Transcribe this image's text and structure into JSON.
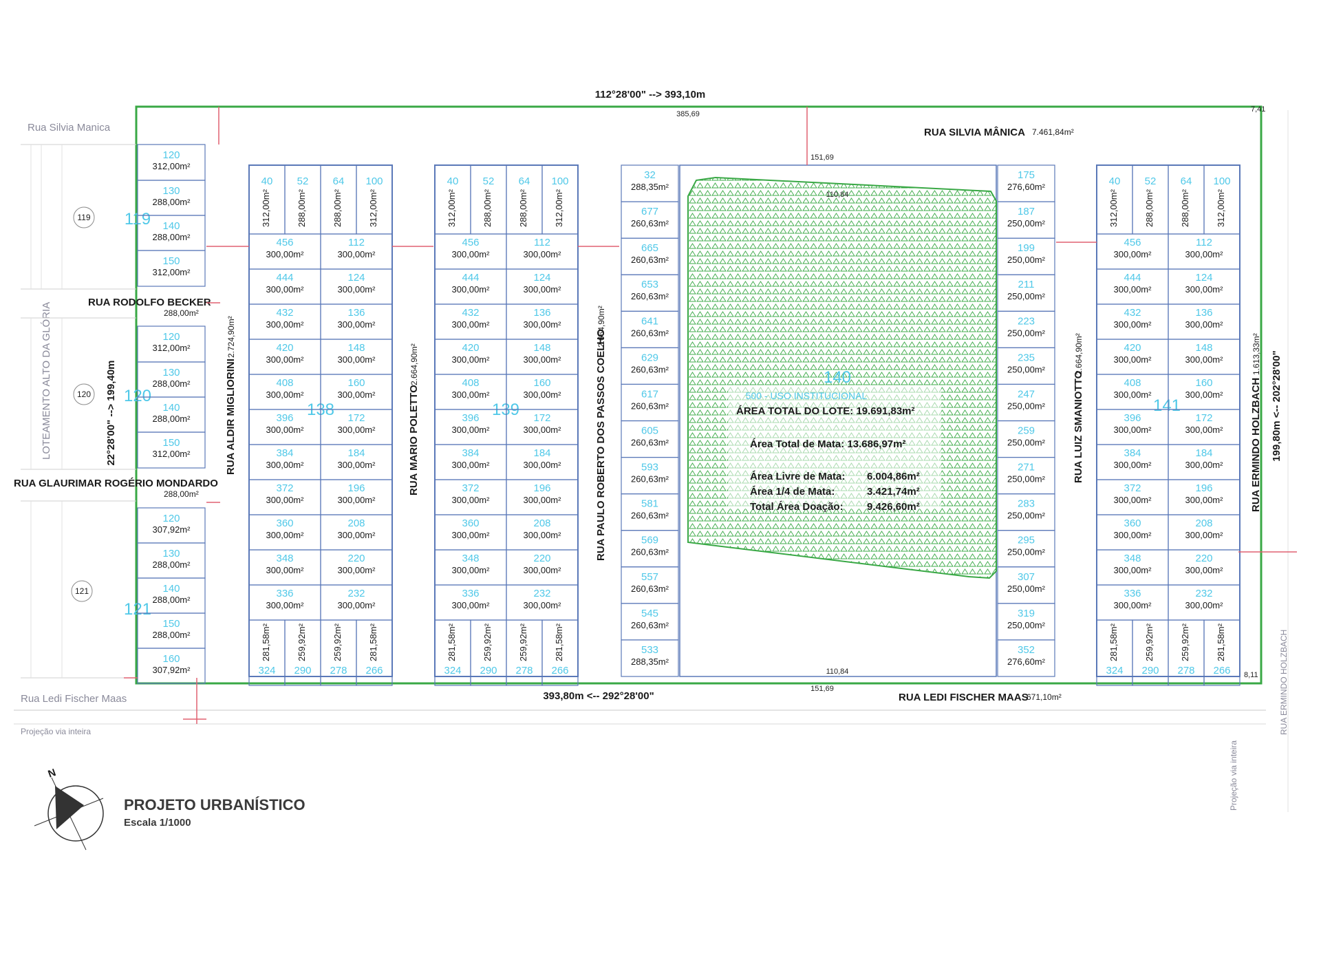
{
  "colors": {
    "boundary": "#39a845",
    "lot_lines": "#5a78b8",
    "lot_numbers": "#4fc8e8",
    "setback_marks": "#e06070",
    "forest_hatch": "#39a845"
  },
  "top_bearing": "112°28'00\" --> 393,10m",
  "bottom_bearing": "393,80m <-- 292°28'00\"",
  "left_bearing": "22°28'00\" --> 199,40m",
  "right_bearing": "199,80m <-- 202°28'00\"",
  "top_dim_total": "385,69",
  "corner_tr": "7,41",
  "corner_br": "8,11",
  "streets": {
    "silvia_left": "Rua Silvia Manica",
    "silvia_main": "RUA SILVIA MÂNICA",
    "silvia_area": "7.461,84m²",
    "ledi_left": "Rua Ledi Fischer Maas",
    "ledi_main": "RUA LEDI FISCHER MAAS",
    "ledi_area": "671,10m²",
    "projecao_left": "Projeção via inteira",
    "projecao_right": "Projeção via inteira",
    "rodolfo": "RUA RODOLFO BECKER",
    "rodolfo_area": "288,00m²",
    "glaurimar": "RUA GLAURIMAR ROGÉRIO MONDARDO",
    "glaurimar_area": "288,00m²",
    "aldir": "RUA ALDIR MIGLIORINI",
    "aldir_area": "2.724,90m²",
    "mario": "RUA MARIO POLETTO",
    "mario_area": "2.664,90m²",
    "paulo": "RUA PAULO ROBERTO DOS PASSOS COELHO",
    "paulo_area": "2.664,90m²",
    "luiz": "RUA LUIZ SMANIOTTO",
    "luiz_area": "2.664,90m²",
    "ermindo": "RUA ERMINDO HOLZBACH",
    "ermindo_area": "1.613,33m²",
    "ermindo_right": "RUA ERMINDO HOLZBACH",
    "loteamento": "LOTEAMENTO ALTO DA GLÓRIA"
  },
  "blocks": {
    "b119": "119",
    "b120": "120",
    "b121": "121",
    "b138": "138",
    "b139": "139",
    "b141": "141",
    "circle_119": "119",
    "circle_120": "120",
    "circle_121": "121"
  },
  "block140": {
    "number": "140",
    "use": "500 - USO INSTITUCIONAL",
    "total_lote": "ÁREA TOTAL DO LOTE: 19.691,83m²",
    "mata_total": "Área Total de Mata: 13.686,97m²",
    "livre_label": "Área Livre de Mata:",
    "livre_value": "6.004,86m²",
    "quarter_label": "Área 1/4 de Mata:",
    "quarter_value": "3.421,74m²",
    "doacao_label": "Total Área Doação:",
    "doacao_value": "9.426,60m²",
    "dim_top": "110,84",
    "dim_bottom": "110,84",
    "street_top": "151,69",
    "street_bottom": "151,69"
  },
  "left_column": [
    {
      "num": "120",
      "area": "312,00m²"
    },
    {
      "num": "130",
      "area": "288,00m²"
    },
    {
      "num": "140",
      "area": "288,00m²"
    },
    {
      "num": "150",
      "area": "312,00m²"
    },
    {
      "num": "120",
      "area": "312,00m²"
    },
    {
      "num": "130",
      "area": "288,00m²"
    },
    {
      "num": "140",
      "area": "288,00m²"
    },
    {
      "num": "150",
      "area": "312,00m²"
    },
    {
      "num": "120",
      "area": "307,92m²"
    },
    {
      "num": "130",
      "area": "288,00m²"
    },
    {
      "num": "140",
      "area": "288,00m²"
    },
    {
      "num": "150",
      "area": "288,00m²"
    },
    {
      "num": "160",
      "area": "307,92m²"
    }
  ],
  "grid_block": {
    "top": [
      {
        "num": "40",
        "area": "312,00m²"
      },
      {
        "num": "52",
        "area": "288,00m²"
      },
      {
        "num": "64",
        "area": "288,00m²"
      },
      {
        "num": "100",
        "area": "312,00m²"
      }
    ],
    "left": [
      "456",
      "444",
      "432",
      "420",
      "408",
      "396",
      "384",
      "372",
      "360",
      "348",
      "336"
    ],
    "right": [
      "112",
      "124",
      "136",
      "148",
      "160",
      "172",
      "184",
      "196",
      "208",
      "220",
      "232"
    ],
    "area": "300,00m²",
    "bottom": [
      {
        "num": "324",
        "area": "281,58m²"
      },
      {
        "num": "290",
        "area": "259,92m²"
      },
      {
        "num": "278",
        "area": "259,92m²"
      },
      {
        "num": "266",
        "area": "281,58m²"
      }
    ]
  },
  "strip_left": [
    {
      "num": "32",
      "area": "288,35m²"
    },
    {
      "num": "677",
      "area": "260,63m²"
    },
    {
      "num": "665",
      "area": "260,63m²"
    },
    {
      "num": "653",
      "area": "260,63m²"
    },
    {
      "num": "641",
      "area": "260,63m²"
    },
    {
      "num": "629",
      "area": "260,63m²"
    },
    {
      "num": "617",
      "area": "260,63m²"
    },
    {
      "num": "605",
      "area": "260,63m²"
    },
    {
      "num": "593",
      "area": "260,63m²"
    },
    {
      "num": "581",
      "area": "260,63m²"
    },
    {
      "num": "569",
      "area": "260,63m²"
    },
    {
      "num": "557",
      "area": "260,63m²"
    },
    {
      "num": "545",
      "area": "260,63m²"
    },
    {
      "num": "533",
      "area": "288,35m²"
    }
  ],
  "strip_right": [
    {
      "num": "175",
      "area": "276,60m²"
    },
    {
      "num": "187",
      "area": "250,00m²"
    },
    {
      "num": "199",
      "area": "250,00m²"
    },
    {
      "num": "211",
      "area": "250,00m²"
    },
    {
      "num": "223",
      "area": "250,00m²"
    },
    {
      "num": "235",
      "area": "250,00m²"
    },
    {
      "num": "247",
      "area": "250,00m²"
    },
    {
      "num": "259",
      "area": "250,00m²"
    },
    {
      "num": "271",
      "area": "250,00m²"
    },
    {
      "num": "283",
      "area": "250,00m²"
    },
    {
      "num": "295",
      "area": "250,00m²"
    },
    {
      "num": "307",
      "area": "250,00m²"
    },
    {
      "num": "319",
      "area": "250,00m²"
    },
    {
      "num": "352",
      "area": "276,60m²"
    }
  ],
  "title": {
    "main": "PROJETO URBANÍSTICO",
    "scale": "Escala 1/1000",
    "north": "N"
  }
}
